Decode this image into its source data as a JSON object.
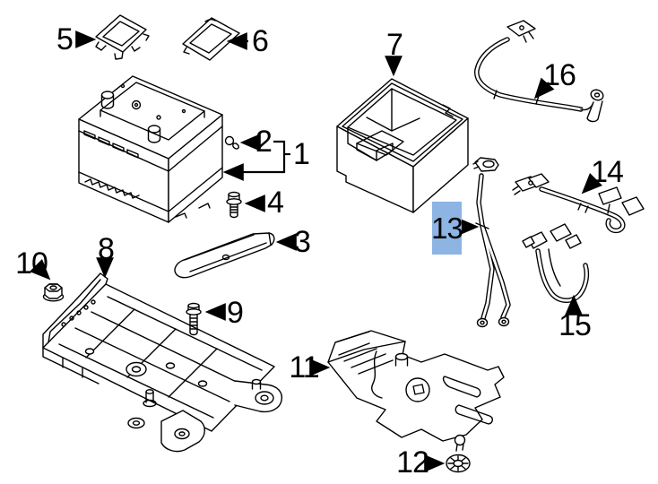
{
  "diagram": {
    "background": "#ffffff",
    "line_color": "#000000",
    "highlighted_item": "13",
    "highlight": {
      "bg_color": "#8db4e2",
      "text_color": "#17375e"
    }
  },
  "callouts": [
    {
      "label": "1"
    },
    {
      "label": "2"
    },
    {
      "label": "3"
    },
    {
      "label": "4"
    },
    {
      "label": "5"
    },
    {
      "label": "6"
    },
    {
      "label": "7"
    },
    {
      "label": "8"
    },
    {
      "label": "9"
    },
    {
      "label": "10"
    },
    {
      "label": "11"
    },
    {
      "label": "12"
    },
    {
      "label": "13"
    },
    {
      "label": "14"
    },
    {
      "label": "15"
    },
    {
      "label": "16"
    }
  ]
}
